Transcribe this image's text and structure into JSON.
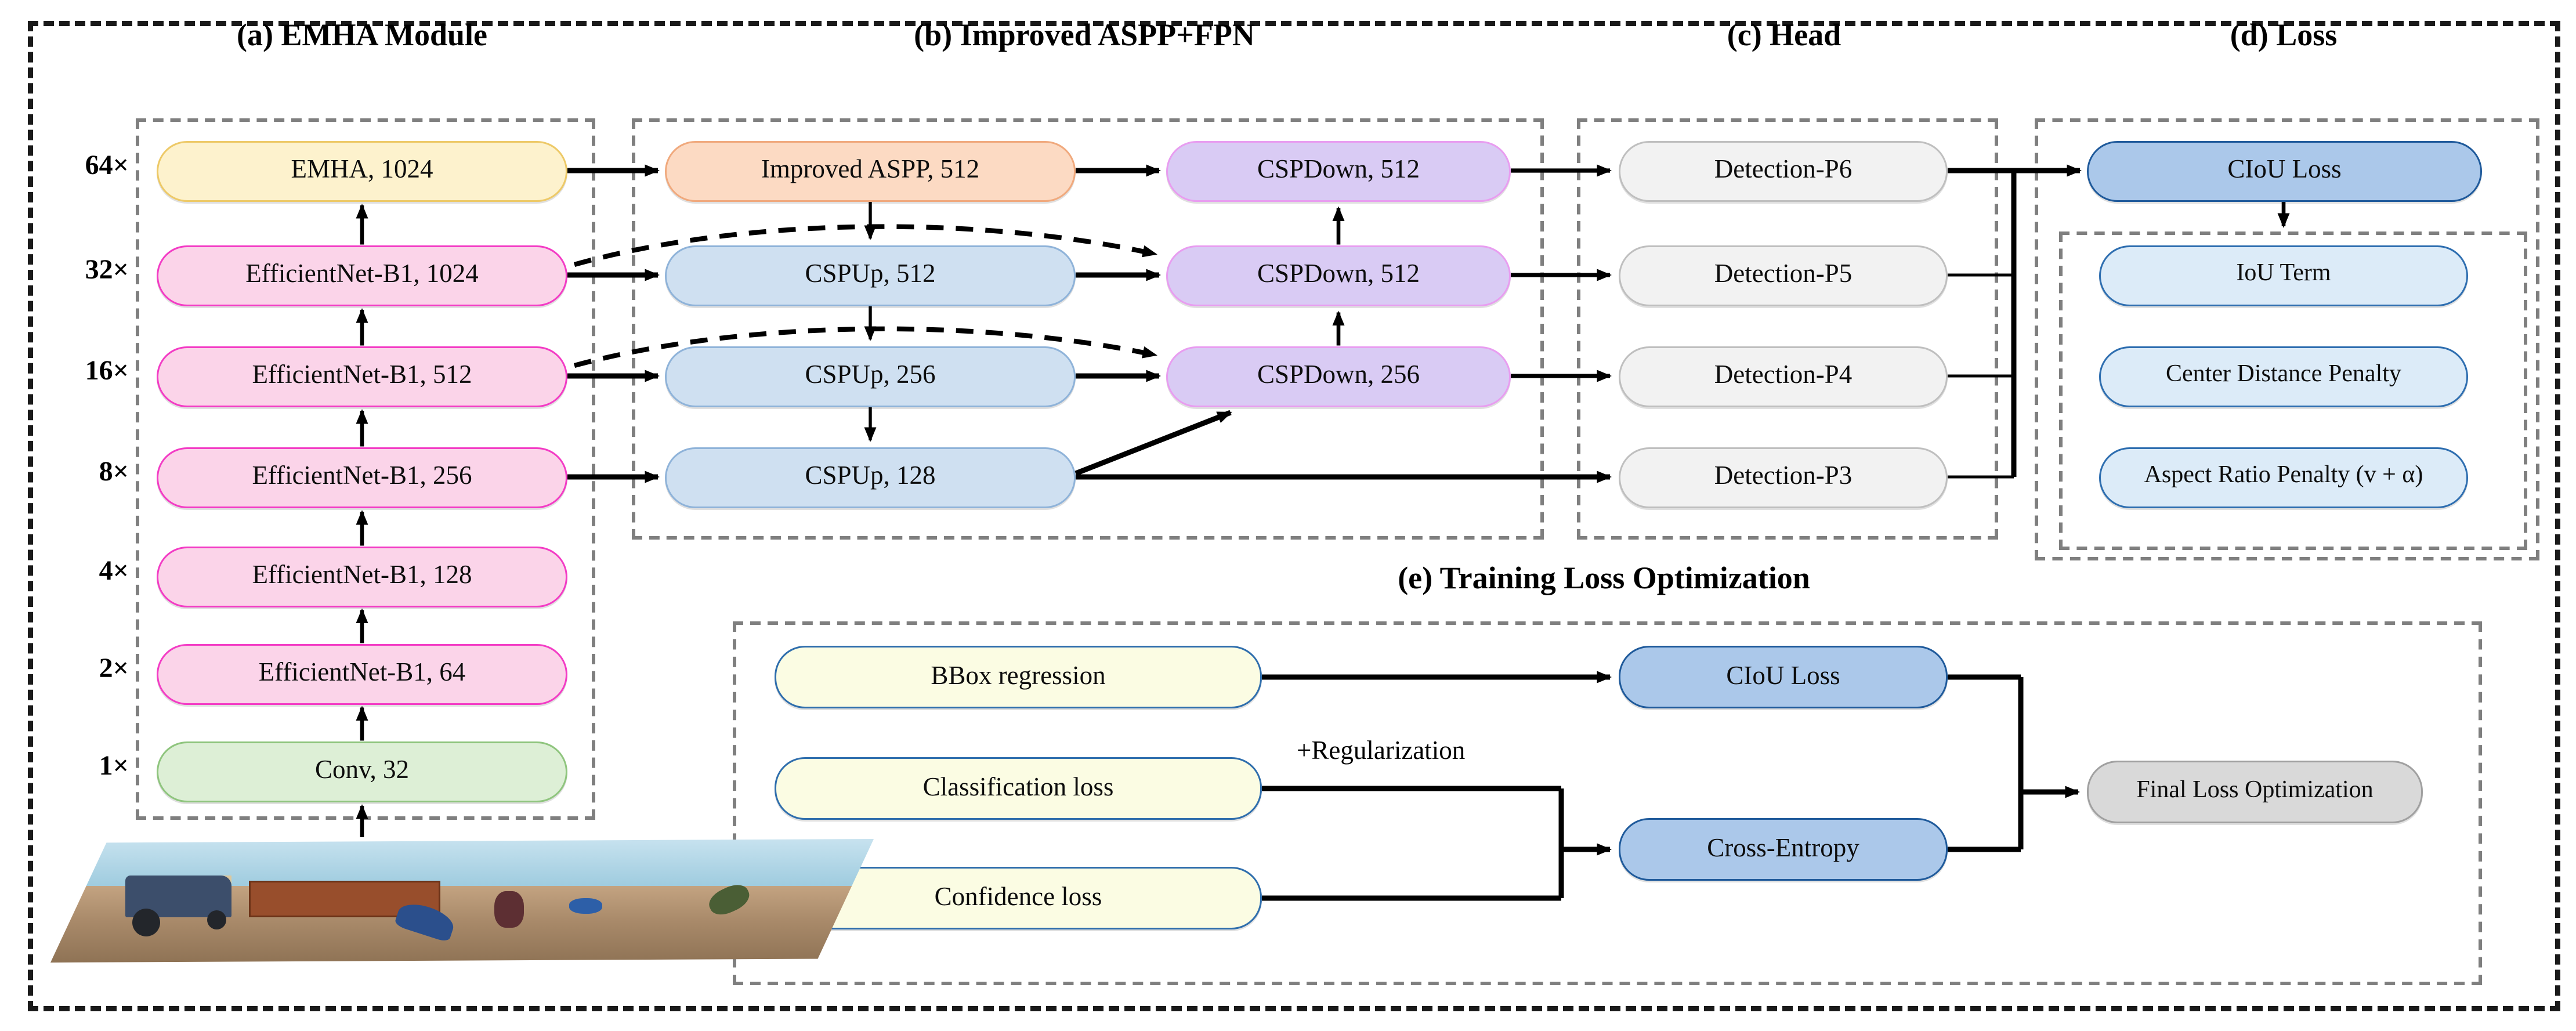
{
  "sections": {
    "a": {
      "title": "(a) EMHA Module",
      "multipliers": [
        "64×",
        "32×",
        "16×",
        "8×",
        "4×",
        "2×",
        "1×"
      ],
      "nodes": [
        "EMHA, 1024",
        "EfficientNet-B1, 1024",
        "EfficientNet-B1, 512",
        "EfficientNet-B1, 256",
        "EfficientNet-B1, 128",
        "EfficientNet-B1, 64",
        "Conv, 32"
      ]
    },
    "b": {
      "title": "(b) Improved ASPP+FPN",
      "left_nodes": [
        "Improved ASPP, 512",
        "CSPUp, 512",
        "CSPUp, 256",
        "CSPUp, 128"
      ],
      "right_nodes": [
        "CSPDown, 512",
        "CSPDown, 512",
        "CSPDown, 256"
      ]
    },
    "c": {
      "title": "(c) Head",
      "nodes": [
        "Detection-P6",
        "Detection-P5",
        "Detection-P4",
        "Detection-P3"
      ]
    },
    "d": {
      "title": "(d) Loss",
      "main": "CIoU Loss",
      "terms": [
        "IoU Term",
        "Center Distance Penalty",
        "Aspect Ratio Penalty (v + α)"
      ]
    },
    "e": {
      "title": "(e) Training Loss Optimization",
      "inputs": [
        "BBox regression",
        "Classification  loss",
        "Confidence loss"
      ],
      "regularization_label": "+Regularization",
      "ciou": "CIoU Loss",
      "cross_entropy": "Cross-Entropy",
      "final": "Final Loss Optimization"
    }
  },
  "colors": {
    "emha": {
      "bg": "#fdf2cd",
      "border": "#edc967"
    },
    "backbone": {
      "bg": "#fbd4e9",
      "border": "#f33cc5"
    },
    "conv": {
      "bg": "#ddefd6",
      "border": "#8fc57e"
    },
    "aspp": {
      "bg": "#fcdac3",
      "border": "#f0a97d"
    },
    "cspup": {
      "bg": "#cfe0f1",
      "border": "#8fb3d9"
    },
    "cspdown": {
      "bg": "#d9cbf4",
      "border": "#e89df0"
    },
    "detection": {
      "bg": "#f2f2f2",
      "border": "#bfbfbf"
    },
    "loss_main": {
      "bg": "#abc8ea",
      "border": "#1f5a9b"
    },
    "loss_term": {
      "bg": "#dcebf8",
      "border": "#2e6eb0"
    },
    "e_input": {
      "bg": "#fbfce3",
      "border": "#2f6ead"
    },
    "final": {
      "bg": "#d9d9d9",
      "border": "#a0a0a0"
    }
  }
}
